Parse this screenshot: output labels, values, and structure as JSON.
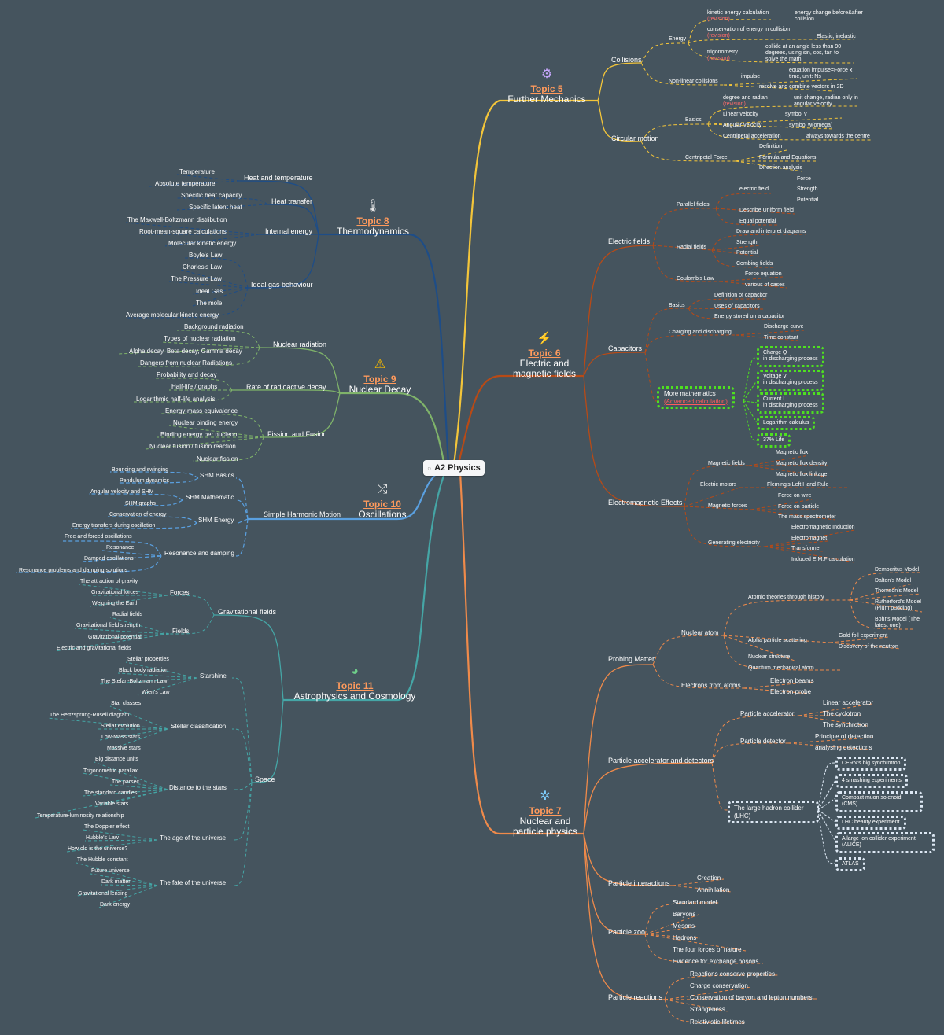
{
  "center": {
    "label": "A2 Physics"
  },
  "colors": {
    "background": "#45545e",
    "t5": "#f3c53a",
    "t6": "#b84a16",
    "t7": "#ef8a4a",
    "t8": "#1e4d87",
    "t9": "#7fb36a",
    "t10": "#5aa0e0",
    "t11": "#45a6a6",
    "green_box": "#4ee020"
  },
  "topics": {
    "t5": {
      "num": "Topic 5",
      "name": "Further Mechanics",
      "icon": "gear-icon"
    },
    "t6": {
      "num": "Topic 6",
      "name": "Electric and magnetic fields",
      "icon": "lightning-icon"
    },
    "t7": {
      "num": "Topic 7",
      "name": "Nuclear and particle physics",
      "icon": "atom-icon"
    },
    "t8": {
      "num": "Topic 8",
      "name": "Thermodynamics",
      "icon": "thermometer-icon"
    },
    "t9": {
      "num": "Topic 9",
      "name": "Nuclear Decay",
      "icon": "warning-icon"
    },
    "t10": {
      "num": "Topic 10",
      "name": "Oscillations",
      "icon": "shuffle-icon"
    },
    "t11": {
      "num": "Topic 11",
      "name": "Astrophysics and Cosmology",
      "icon": "globe-icon"
    }
  },
  "t5": {
    "collisions": "Collisions",
    "energy": "Energy",
    "ke_calc": "kinetic energy calculation",
    "revision": "(revision)",
    "energy_change": "energy change before&after collision",
    "cons_energy": "conservation of energy in collision",
    "elastic": "Elastic, inelastic",
    "trig": "trigonometry",
    "angle": "collide at an angle less than 90 degrees, using sin, cos, tan to solve the math",
    "nonlinear": "Non-linear collisions",
    "impulse": "impulse",
    "impulse_eq": "equation impulse=Force x time, unit: Ns",
    "resolve": "resolve and combine vectors in 2D",
    "circular": "Circular motion",
    "basics": "Basics",
    "deg_rad": "degree and radian",
    "unit_change": "unit change, radian only in angular velocity",
    "lin_vel": "Linear velocity",
    "sym_v": "symbol v",
    "ang_vel": "Angular velocity",
    "sym_w": "symbol w(omega)",
    "cent_acc": "Centripetal acceleration",
    "towards": "always towards the centre",
    "cent_force": "Centripetal Force",
    "definition": "Definition",
    "formula": "Formula and Equations",
    "direction": "Direction analysis"
  },
  "t6": {
    "ef": "Electric fields",
    "parallel": "Parallel fields",
    "electric_field": "electric field",
    "force": "Force",
    "strength": "Strength",
    "potential": "Potential",
    "describe_uniform": "Describe Uniform field",
    "equal_potential": "Equal potential",
    "radial": "Radial fields",
    "draw": "Draw and interpret diagrams",
    "r_strength": "Strength",
    "r_potential": "Potential",
    "combining": "Combing fields",
    "coulomb": "Coulomb's Law",
    "force_eq": "Force equation",
    "various": "various of cases",
    "capacitors": "Capacitors",
    "c_basics": "Basics",
    "def_cap": "Definition of capacitor",
    "uses_cap": "Uses of capacitors",
    "energy_stored": "Energy stored on a capacitor",
    "charging": "Charging and discharging",
    "discharge_curve": "Discharge curve",
    "time_constant": "Time constant",
    "more_math": "More mathematics",
    "adv_calc": "(Advanced calculation)",
    "charge_q": "Charge Q\nin discharging process",
    "voltage_v": "Voltage V\nin discharging process",
    "current_i": "Current I\nin discharging process",
    "log_calc": "Logarithm calculus",
    "life37": "37% Life",
    "em": "Electromagnetic Effects",
    "mag_fields": "Magnetic fields",
    "mag_flux": "Magnetic flux",
    "flux_density": "Magnetic flux density",
    "flux_linkage": "Magnetic flux linkage",
    "motors": "Electric motors",
    "fleming": "Fleming's Left Hand Rule",
    "mag_forces": "Magnetic forces",
    "force_wire": "Force on wire",
    "force_particle": "Force on particle",
    "mass_spec": "The mass spectrometer",
    "gen_elec": "Generating electricity",
    "em_induction": "Electromagnetic Induction",
    "electromagnet": "Electromagnet",
    "transformer": "Transformer",
    "induced_emf": "Induced E.M.F calculation"
  },
  "t7": {
    "probing": "Probing Matter",
    "nuclear_atom": "Nuclear atom",
    "atomic_theories": "Atomic theories through history",
    "democritus": "Democritus Model",
    "dalton": "Dalton's Model",
    "thomson": "Thomson's Model",
    "rutherford": "Rutherford's Model (Plum pudding)",
    "bohr": "Bohr's Model (The latest one)",
    "alpha_scatter": "Alpha particle scattering",
    "gold_foil": "Gold foil experiment",
    "neutron": "Discovery of the neutron",
    "nuc_structure": "Nuclear structure",
    "qm_atom": "Quantum mechanical atom",
    "electrons_atoms": "Electrons from atoms",
    "e_beams": "Electron beams",
    "e_probe": "Electron probe",
    "pad": "Particle accelerator and detectors",
    "accelerator": "Particle accelerator",
    "linear_acc": "Linear accelerator",
    "cyclotron": "The cyclotron",
    "synchrotron": "The synchrotron",
    "detector": "Particle detector",
    "principle": "Principle of detection",
    "analysing": "analysing detections",
    "lhc": "The large hadron collider (LHC)",
    "cern": "CERN's big synchrotron",
    "smash4": "4 smashing experiments",
    "cms": "Compact muon solenoid (CMS)",
    "lhcb": "LHC beauty experiment",
    "alice": "A large ion collider experiment (ALICE)",
    "atlas": "ATLAS",
    "interactions": "Particle interactions",
    "creation": "Creation",
    "annihilation": "Annihilation",
    "zoo": "Particle zoo",
    "standard": "Standard model",
    "baryons": "Baryons",
    "mesons": "Mesons",
    "hadrons": "Hadrons",
    "four_forces": "The four forces of nature",
    "evidence": "Evidence for exchange bosons",
    "reactions": "Particle reactions",
    "conserve_props": "Reactions conserve properties",
    "charge_cons": "Charge conservation",
    "baryon_lepton": "Conservation of baryon and lepton numbers",
    "strangeness": "Strangeness",
    "relativistic": "Relativistic lifetimes"
  },
  "t8": {
    "heat_temp": "Heat and temperature",
    "temperature": "Temperature",
    "abs_temp": "Absolute temperature",
    "heat_transfer": "Heat transfer",
    "shc": "Specific heat capacity",
    "slh": "Specific latent heat",
    "internal": "Internal energy",
    "mb_dist": "The Maxwell-Boltzmann distribution",
    "rms": "Root-mean-square calculations",
    "mke": "Molecular kinetic energy",
    "ideal_gas_b": "Ideal gas behaviour",
    "boyle": "Boyle's Law",
    "charles": "Charles's Law",
    "pressure_law": "The Pressure Law",
    "ideal_gas": "Ideal Gas",
    "mole": "The mole",
    "avg_mke": "Average molecular kinetic energy"
  },
  "t9": {
    "nuc_rad": "Nuclear radiation",
    "background": "Background radiation",
    "types": "Types of nuclear radiation",
    "abg": "Alpha decay, Beta decay, Gamma decay",
    "dangers": "Dangers from nuclear Radiations",
    "rate": "Rate of radioactive decay",
    "prob": "Probability and decay",
    "halflife": "Half-life / graphs",
    "log_hl": "Logarithmic half-life analysis",
    "fission_fusion": "Fission and Fusion",
    "emc": "Energy-mass equivalence",
    "nbe": "Nuclear binding energy",
    "bepn": "Binding energy per nucleon",
    "fus_fis_calc": "Nuclear fusion / fusion reaction",
    "nfission": "Nuclear fission"
  },
  "t10": {
    "shm": "Simple Harmonic Motion",
    "shm_basics": "SHM Basics",
    "bouncing": "Bouncing and swinging",
    "pendulum": "Pendulum dynamics",
    "shm_math": "SHM Mathematic",
    "ang_vel_shm": "Angular velocity and SHM",
    "shm_graphs": "SHM graphs",
    "shm_energy": "SHM Energy",
    "cons_energy": "Conservation of energy",
    "energy_transfers": "Energy transfers during oscillation",
    "resonance_damping": "Resonance and damping",
    "free_forced": "Free and forced oscillations",
    "resonance": "Resonance",
    "damped": "Damped oscillations",
    "res_problems": "Resonance problems and damping solutions"
  },
  "t11": {
    "grav_fields": "Gravitational fields",
    "forces": "Forces",
    "attraction": "The attraction of gravity",
    "grav_forces": "Gravitational forces",
    "weighing": "Weighing the Earth",
    "fields": "Fields",
    "radial": "Radial fields",
    "gfs": "Gravitational field strength",
    "gp": "Gravitational potential",
    "egf": "Electric and gravitational fields",
    "space": "Space",
    "starshine": "Starshine",
    "stellar_props": "Stellar properties",
    "black_body": "Black body radiation",
    "stefan": "The Stefan-Boltzmann Law",
    "wien": "Wien's Law",
    "stellar_class": "Stellar classification",
    "star_classes": "Star classes",
    "hr": "The Hertzsprung-Rusell diagram",
    "stellar_evo": "Stellar evolution",
    "low_mass": "Low-Mass stars",
    "massive": "Massive stars",
    "distance": "Distance to the stars",
    "big_units": "Big distance units",
    "trig_parallax": "Trigonometric parallax",
    "parsec": "The parsec",
    "candles": "The standard candles",
    "variable": "Variable stars",
    "temp_lum": "Temperature-luminosity relationship",
    "age": "The age of the universe",
    "doppler": "The Doppler effect",
    "hubble": "Hubble's Law",
    "how_old": "How old is the universe?",
    "fate": "The fate of the universe",
    "hubble_const": "The Hubble constant",
    "future": "Future universe",
    "dark_matter": "Dark matter",
    "lensing": "Gravitational lensing",
    "dark_energy": "Dark energy"
  }
}
